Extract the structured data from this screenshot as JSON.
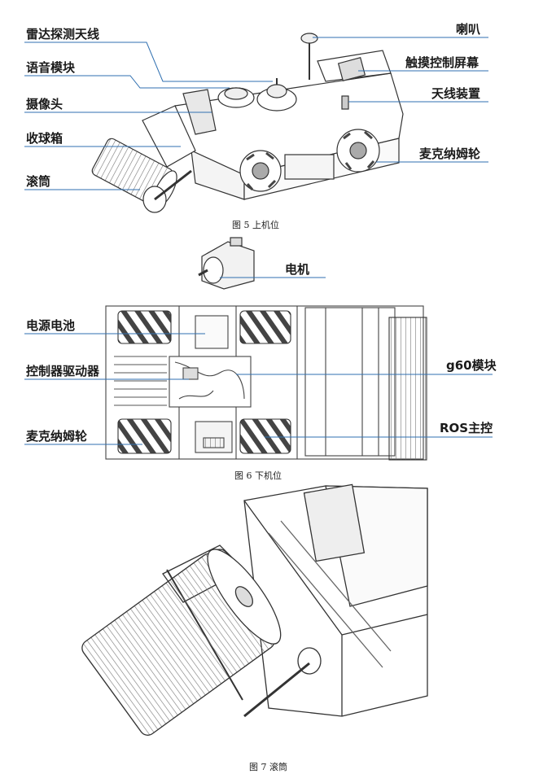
{
  "figure5": {
    "labels": {
      "radar_antenna": "雷达探测天线",
      "voice_module": "语音模块",
      "camera": "摄像头",
      "ball_box": "收球箱",
      "roller": "滚筒",
      "horn": "喇叭",
      "touch_screen": "触摸控制屏幕",
      "antenna_device": "天线装置",
      "mecanum_wheel": "麦克纳姆轮"
    },
    "caption": "图 5  上机位"
  },
  "figure6": {
    "labels": {
      "motor": "电机",
      "power_battery": "电源电池",
      "controller_driver": "控制器驱动器",
      "mecanum_wheel": "麦克纳姆轮",
      "g60_module": "g60模块",
      "ros_main": "ROS主控"
    },
    "caption": "图 6  下机位"
  },
  "figure7": {
    "caption": "图 7 滚筒"
  },
  "colors": {
    "leader_line": "#2f6fb0",
    "drawing": "#333333"
  }
}
